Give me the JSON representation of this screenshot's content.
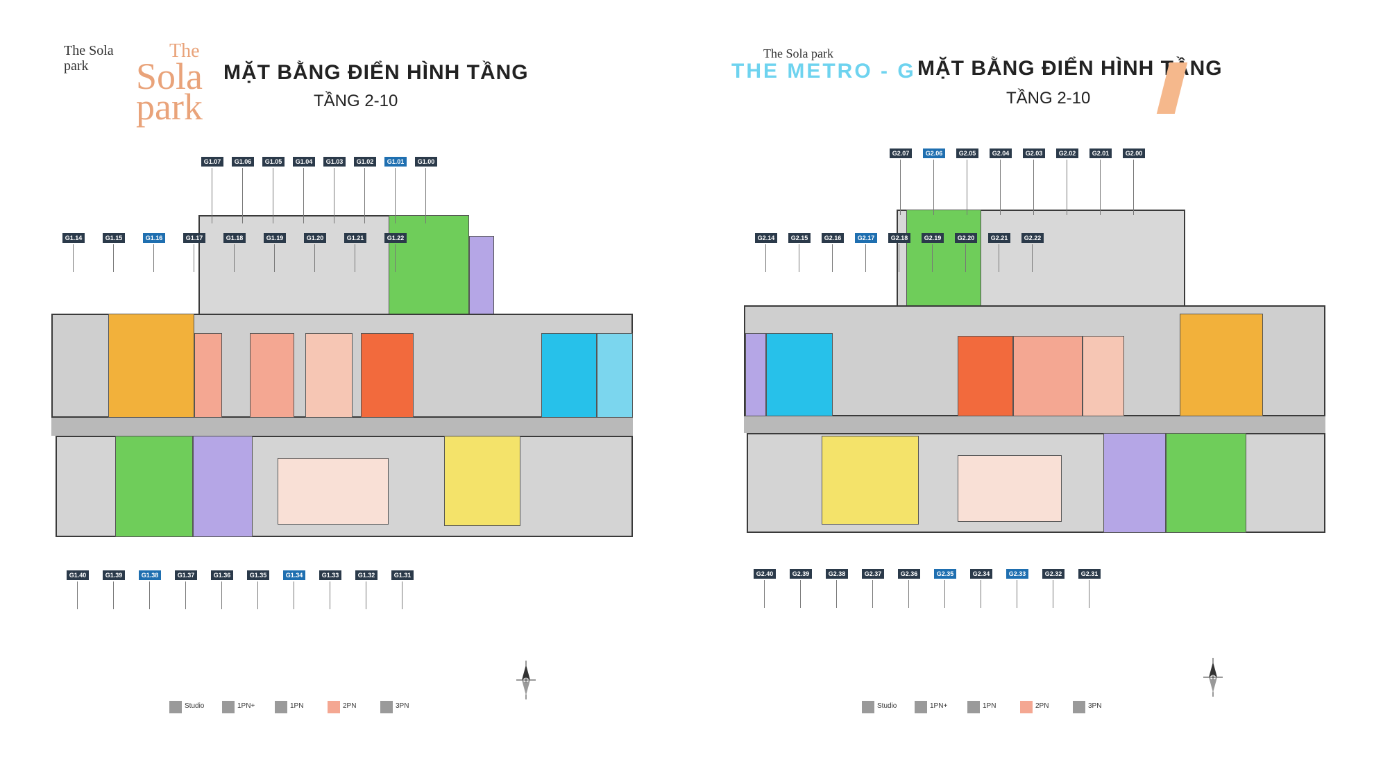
{
  "brand": {
    "logo_small": "The Sola park",
    "logo_large_line1": "The",
    "logo_large_line2": "Sola",
    "logo_large_line3": "park"
  },
  "left_plan": {
    "title": "MẶT BẰNG ĐIỂN HÌNH TẦNG",
    "subtitle": "TẦNG 2-10"
  },
  "right_plan": {
    "banner": "THE METRO - G",
    "title": "MẶT BẰNG ĐIỂN HÌNH TẦNG",
    "subtitle": "TẦNG 2-10"
  },
  "colors": {
    "gray": "#9a9a9a",
    "orange": "#f2b13b",
    "salmon": "#f4a792",
    "red_orange": "#f26a3d",
    "green": "#6fcd5a",
    "lavender": "#b5a6e6",
    "cyan": "#27c1ea",
    "yellow": "#f4e36a",
    "peach": "#f6c6b4",
    "dark_label": "#2b3a4a",
    "blue_label": "#1f6fb0"
  },
  "left_top_labels": [
    "G1.07",
    "G1.06",
    "G1.05",
    "G1.04",
    "G1.03",
    "G1.02",
    "G1.01",
    "G1.00"
  ],
  "left_mid_labels": [
    "G1.14",
    "G1.15",
    "G1.16",
    "G1.17",
    "G1.18",
    "G1.19",
    "G1.20",
    "G1.21",
    "G1.22"
  ],
  "left_bottom_labels": [
    "G1.40",
    "G1.39",
    "G1.38",
    "G1.37",
    "G1.36",
    "G1.35",
    "G1.34",
    "G1.33",
    "G1.32",
    "G1.31"
  ],
  "right_top_labels": [
    "G2.07",
    "G2.06",
    "G2.05",
    "G2.04",
    "G2.03",
    "G2.02",
    "G2.01",
    "G2.00"
  ],
  "right_mid_labels": [
    "G2.14",
    "G2.15",
    "G2.16",
    "G2.17",
    "G2.18",
    "G2.19",
    "G2.20",
    "G2.21",
    "G2.22"
  ],
  "right_bottom_labels": [
    "G2.40",
    "G2.39",
    "G2.38",
    "G2.37",
    "G2.36",
    "G2.35",
    "G2.34",
    "G2.33",
    "G2.32",
    "G2.31"
  ],
  "legend": [
    {
      "text": "Studio",
      "color": "#9a9a9a"
    },
    {
      "text": "1PN+",
      "color": "#9a9a9a"
    },
    {
      "text": "1PN",
      "color": "#9a9a9a"
    },
    {
      "text": "2PN",
      "color": "#f4a792"
    },
    {
      "text": "3PN",
      "color": "#9a9a9a"
    }
  ]
}
